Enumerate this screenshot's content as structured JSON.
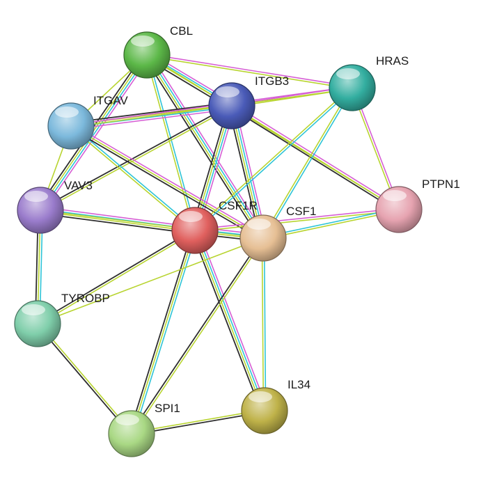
{
  "diagram": {
    "nodes": [
      {
        "id": "CBL",
        "label": "CBL",
        "color": "#5cb848"
      },
      {
        "id": "HRAS",
        "label": "HRAS",
        "color": "#33aea0"
      },
      {
        "id": "ITGB3",
        "label": "ITGB3",
        "color": "#4a5bb8"
      },
      {
        "id": "ITGAV",
        "label": "ITGAV",
        "color": "#7cb9dc"
      },
      {
        "id": "VAV3",
        "label": "VAV3",
        "color": "#9a7ccc"
      },
      {
        "id": "CSF1R",
        "label": "CSF1R",
        "color": "#e0605e"
      },
      {
        "id": "CSF1",
        "label": "CSF1",
        "color": "#e6bf94"
      },
      {
        "id": "PTPN1",
        "label": "PTPN1",
        "color": "#e6a3b0"
      },
      {
        "id": "TYROBP",
        "label": "TYROBP",
        "color": "#7fceaa"
      },
      {
        "id": "SPI1",
        "label": "SPI1",
        "color": "#a9d884"
      },
      {
        "id": "IL34",
        "label": "IL34",
        "color": "#bfb249"
      }
    ],
    "edge_colors": {
      "experimental": "#d65fd4",
      "database": "#2ec4d6",
      "textmining": "#b8d430",
      "coexpression": "#2e2e2e"
    },
    "edges": [
      {
        "source": "CBL",
        "target": "HRAS",
        "types": [
          "experimental",
          "textmining"
        ]
      },
      {
        "source": "CBL",
        "target": "ITGB3",
        "types": [
          "experimental",
          "database",
          "textmining",
          "coexpression"
        ]
      },
      {
        "source": "CBL",
        "target": "ITGAV",
        "types": [
          "textmining"
        ]
      },
      {
        "source": "CBL",
        "target": "VAV3",
        "types": [
          "experimental",
          "database",
          "textmining",
          "coexpression"
        ]
      },
      {
        "source": "CBL",
        "target": "CSF1R",
        "types": [
          "database",
          "textmining"
        ]
      },
      {
        "source": "CBL",
        "target": "CSF1",
        "types": [
          "experimental",
          "database",
          "textmining",
          "coexpression"
        ]
      },
      {
        "source": "CBL",
        "target": "PTPN1",
        "types": [
          "textmining"
        ]
      },
      {
        "source": "ITGB3",
        "target": "ITGAV",
        "types": [
          "experimental",
          "database",
          "textmining",
          "coexpression"
        ]
      },
      {
        "source": "ITGB3",
        "target": "HRAS",
        "types": [
          "experimental",
          "textmining"
        ]
      },
      {
        "source": "ITGB3",
        "target": "VAV3",
        "types": [
          "textmining",
          "coexpression"
        ]
      },
      {
        "source": "ITGB3",
        "target": "CSF1R",
        "types": [
          "experimental",
          "database",
          "textmining",
          "coexpression"
        ]
      },
      {
        "source": "ITGB3",
        "target": "CSF1",
        "types": [
          "experimental",
          "database",
          "textmining",
          "coexpression"
        ]
      },
      {
        "source": "ITGB3",
        "target": "PTPN1",
        "types": [
          "experimental",
          "textmining",
          "coexpression"
        ]
      },
      {
        "source": "ITGAV",
        "target": "HRAS",
        "types": [
          "experimental",
          "textmining"
        ]
      },
      {
        "source": "ITGAV",
        "target": "VAV3",
        "types": [
          "textmining"
        ]
      },
      {
        "source": "ITGAV",
        "target": "CSF1R",
        "types": [
          "database",
          "textmining"
        ]
      },
      {
        "source": "ITGAV",
        "target": "CSF1",
        "types": [
          "experimental",
          "textmining",
          "coexpression"
        ]
      },
      {
        "source": "HRAS",
        "target": "CSF1R",
        "types": [
          "database",
          "textmining"
        ]
      },
      {
        "source": "HRAS",
        "target": "CSF1",
        "types": [
          "database",
          "textmining"
        ]
      },
      {
        "source": "HRAS",
        "target": "PTPN1",
        "types": [
          "experimental",
          "textmining"
        ]
      },
      {
        "source": "VAV3",
        "target": "CSF1R",
        "types": [
          "experimental",
          "database",
          "textmining",
          "coexpression"
        ]
      },
      {
        "source": "VAV3",
        "target": "CSF1",
        "types": [
          "textmining"
        ]
      },
      {
        "source": "VAV3",
        "target": "TYROBP",
        "types": [
          "database",
          "textmining",
          "coexpression"
        ]
      },
      {
        "source": "CSF1R",
        "target": "CSF1",
        "types": [
          "experimental",
          "database",
          "textmining",
          "coexpression"
        ]
      },
      {
        "source": "CSF1R",
        "target": "PTPN1",
        "types": [
          "experimental",
          "textmining"
        ]
      },
      {
        "source": "CSF1R",
        "target": "TYROBP",
        "types": [
          "textmining",
          "coexpression"
        ]
      },
      {
        "source": "CSF1R",
        "target": "SPI1",
        "types": [
          "database",
          "textmining",
          "coexpression"
        ]
      },
      {
        "source": "CSF1R",
        "target": "IL34",
        "types": [
          "experimental",
          "database",
          "textmining",
          "coexpression"
        ]
      },
      {
        "source": "CSF1",
        "target": "PTPN1",
        "types": [
          "database",
          "textmining"
        ]
      },
      {
        "source": "CSF1",
        "target": "TYROBP",
        "types": [
          "textmining"
        ]
      },
      {
        "source": "CSF1",
        "target": "SPI1",
        "types": [
          "textmining",
          "coexpression"
        ]
      },
      {
        "source": "CSF1",
        "target": "IL34",
        "types": [
          "database",
          "textmining"
        ]
      },
      {
        "source": "TYROBP",
        "target": "SPI1",
        "types": [
          "textmining",
          "coexpression"
        ]
      },
      {
        "source": "SPI1",
        "target": "IL34",
        "types": [
          "textmining",
          "coexpression"
        ]
      }
    ]
  }
}
